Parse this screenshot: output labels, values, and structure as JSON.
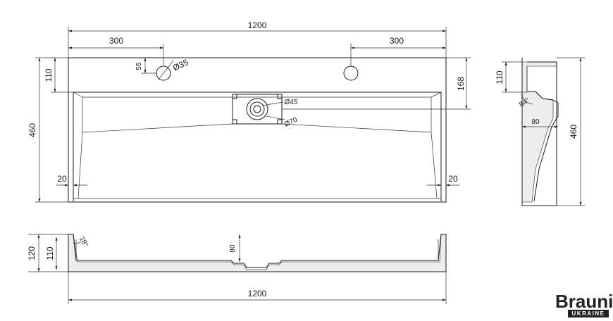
{
  "top_view": {
    "overall_width": "1200",
    "hole_offset_left": "300",
    "hole_offset_right": "300",
    "height": "460",
    "hole_from_edge": "110",
    "hole_vertical": "55",
    "hole_diameter": "Ø35",
    "basin_depth_edge": "168",
    "drain_diameter_inner": "Ø45",
    "drain_diameter_outer": "Ø70",
    "side_left": "20",
    "side_right": "20"
  },
  "side_view": {
    "top_height": "110",
    "angle": "84°",
    "offset": "80",
    "height": "460"
  },
  "front_view": {
    "height_total": "120",
    "height_inner": "110",
    "angle": "78°",
    "inner_depth": "80",
    "overall_width": "1200"
  },
  "logo": {
    "main": "Brauni",
    "sub": "UKRAINE"
  }
}
